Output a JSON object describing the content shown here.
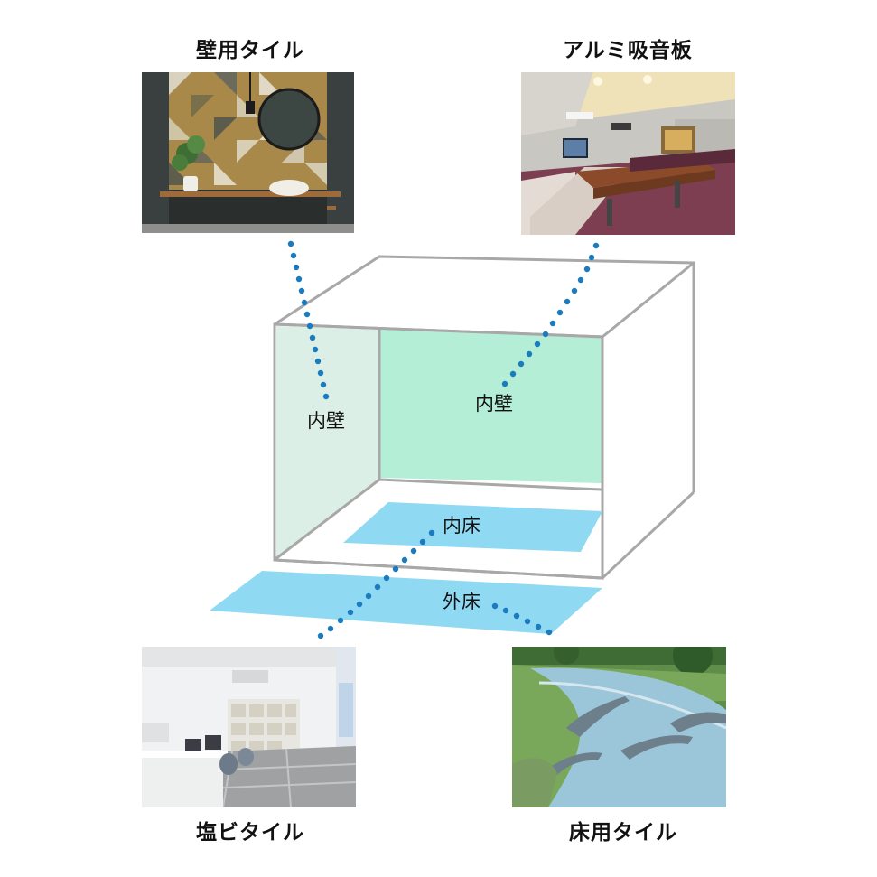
{
  "captions": {
    "wall_tile": "壁用タイル",
    "aluminum_panel": "アルミ吸音板",
    "vinyl_tile": "塩ビタイル",
    "floor_tile": "床用タイル"
  },
  "regions": {
    "inner_wall_left": "内壁",
    "inner_wall_back": "内壁",
    "inner_floor": "内床",
    "outer_floor": "外床"
  },
  "colors": {
    "box_outline": "#a8a8a8",
    "inner_wall_left": "#dcefe7",
    "inner_wall_back": "#b5eed6",
    "floor": "#8fd9f3",
    "dotted_leader": "#1a7bbf"
  }
}
